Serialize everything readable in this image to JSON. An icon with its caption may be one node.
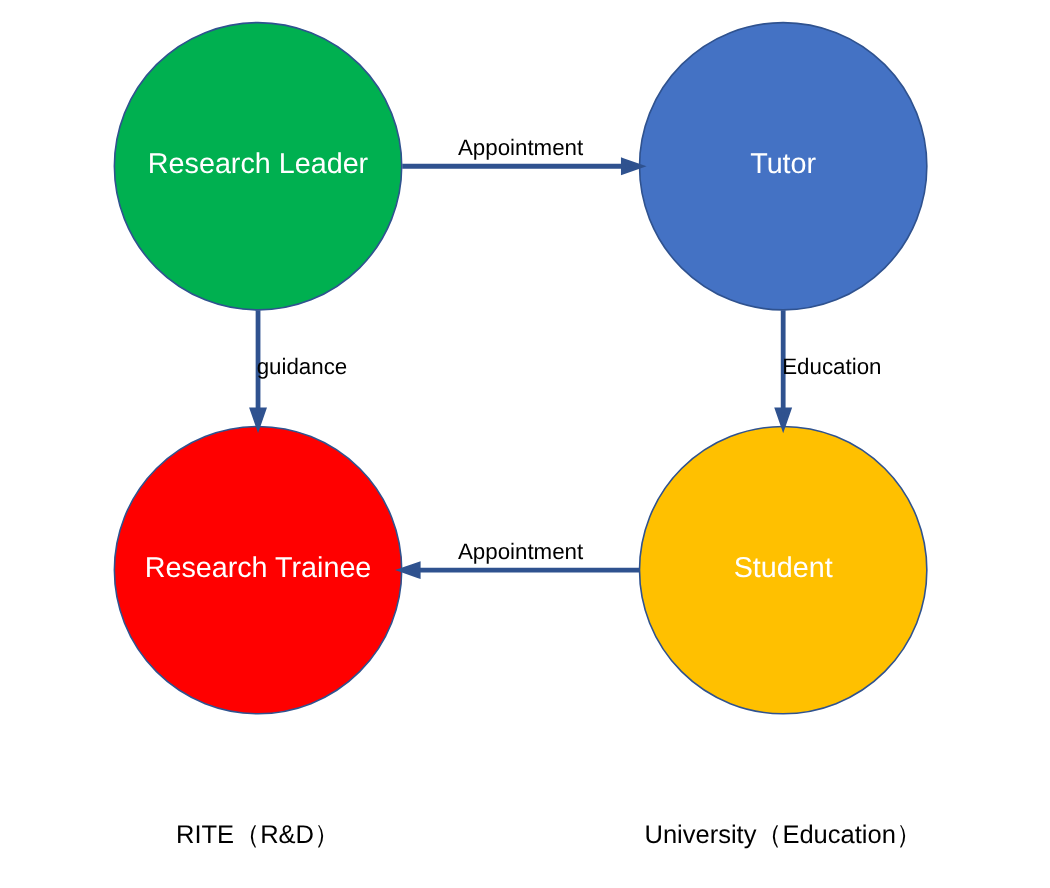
{
  "diagram": {
    "nodes": [
      {
        "text": [
          "Research Leader"
        ]
      },
      {
        "text": [
          "Tutor"
        ]
      },
      {
        "text": [
          "Research Trainee"
        ]
      },
      {
        "text": [
          "Student"
        ]
      }
    ],
    "edges": [
      {
        "from": 0,
        "to": 1,
        "arrow": "to",
        "label": "Appointment"
      },
      {
        "from": 0,
        "to": 2,
        "arrow": "to",
        "label": "guidance"
      },
      {
        "from": 1,
        "to": 3,
        "arrow": "to",
        "label": "Education"
      },
      {
        "from": 3,
        "to": 2,
        "arrow": "to",
        "label": "Appointment"
      }
    ],
    "labels": [
      "RITE（R&D）",
      "University（Education）"
    ]
  }
}
